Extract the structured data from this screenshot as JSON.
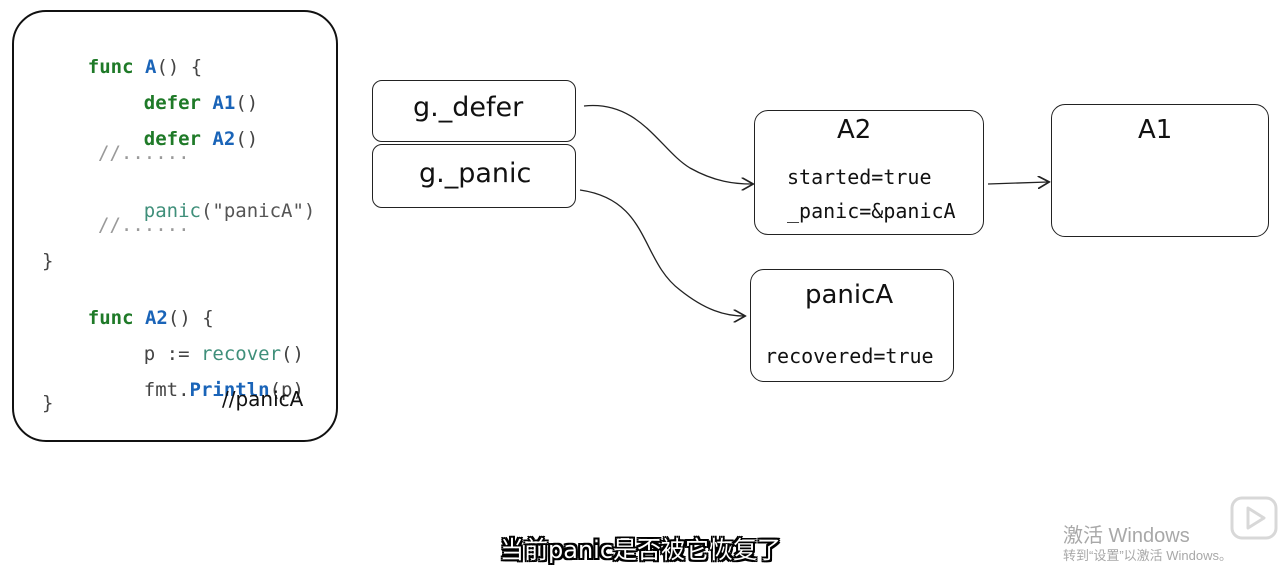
{
  "code": {
    "lines": [
      {
        "parts": [
          "func",
          " ",
          "A",
          "() {"
        ]
      },
      {
        "parts": [
          "defer",
          " ",
          "A1",
          "()"
        ]
      },
      {
        "parts": [
          "defer",
          " ",
          "A2",
          "()"
        ]
      },
      {
        "parts": [
          "//......"
        ]
      },
      {
        "parts": [
          "panic",
          "(\"panicA\")"
        ]
      },
      {
        "parts": [
          "//......"
        ]
      },
      {
        "parts": [
          "}"
        ]
      },
      {
        "parts": [
          "func",
          " ",
          "A2",
          "() {"
        ]
      },
      {
        "parts": [
          "p := ",
          "recover",
          "()"
        ]
      },
      {
        "parts": [
          "fmt.",
          "Println",
          "(p)"
        ]
      },
      {
        "parts": [
          "}"
        ]
      }
    ],
    "handwritten_comment": "//panicA"
  },
  "g_boxes": {
    "defer": "g._defer",
    "panic": "g._panic"
  },
  "a2_box": {
    "title": "A2",
    "line1": "started=true",
    "line2": "_panic=&panicA"
  },
  "a1_box": {
    "title": "A1"
  },
  "panic_box": {
    "title": "panicA",
    "line1": "recovered=true"
  },
  "subtitle": "当前panic是否被它恢复了",
  "watermark": {
    "line1": "激活 Windows",
    "line2": "转到“设置”以激活 Windows。"
  }
}
